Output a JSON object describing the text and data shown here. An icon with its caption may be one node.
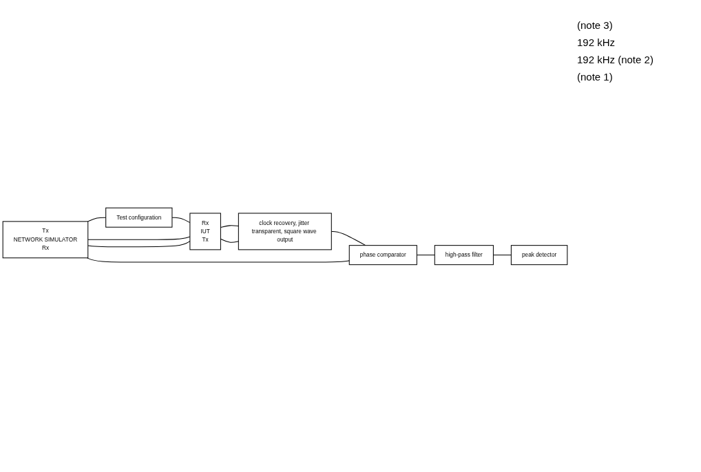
{
  "diagram": {
    "nodes": [
      {
        "text": [
          "Tx",
          "NETWORK SIMULATOR",
          "Rx"
        ]
      },
      {
        "text": [
          "Test configuration"
        ]
      },
      {
        "text": [
          "Rx",
          "IUT",
          "Tx"
        ]
      },
      {
        "text": [
          "phase comparator"
        ]
      },
      {
        "text": [
          "clock recovery, jitter transparent, square wave output"
        ]
      },
      {
        "text": [
          "high-pass filter"
        ]
      },
      {
        "text": [
          "peak detector"
        ]
      }
    ],
    "edges": [
      {
        "from": 0,
        "to": 1,
        "arrow": "none"
      },
      {
        "from": 1,
        "to": 2,
        "arrow": "none"
      },
      {
        "from": 0,
        "to": 2,
        "arrow": "none"
      },
      {
        "from": 2,
        "to": 0,
        "arrow": "none"
      },
      {
        "from": 2,
        "to": 4,
        "arrow": "none"
      },
      {
        "from": 2,
        "to": 4,
        "arrow": "none"
      },
      {
        "from": 4,
        "to": 3,
        "arrow": "none"
      },
      {
        "from": 0,
        "to": 3,
        "arrow": "none"
      },
      {
        "from": 3,
        "to": 5,
        "arrow": "none"
      },
      {
        "from": 5,
        "to": 6,
        "arrow": "none"
      }
    ],
    "labels": [
      "(note 3)",
      "192 kHz",
      "192 kHz (note 2)",
      "(note 1)"
    ]
  }
}
